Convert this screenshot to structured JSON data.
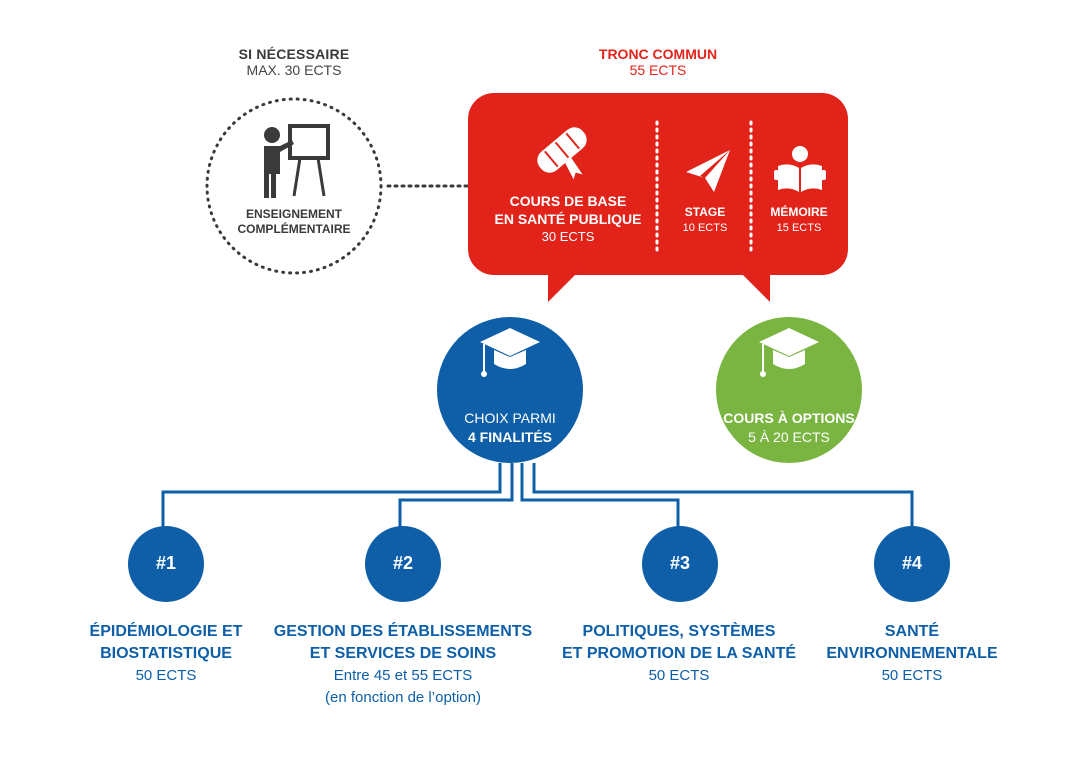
{
  "complementary": {
    "heading": "SI NÉCESSAIRE",
    "heading_ects": "MAX. 30 ECTS",
    "label_line1": "ENSEIGNEMENT",
    "label_line2": "COMPLÉMENTAIRE"
  },
  "core": {
    "heading": "TRONC COMMUN",
    "heading_ects": "55 ECTS",
    "base": {
      "line1": "COURS DE BASE",
      "line2": "EN SANTÉ PUBLIQUE",
      "ects": "30 ECTS"
    },
    "internship": {
      "label": "STAGE",
      "ects": "10 ECTS"
    },
    "thesis": {
      "label": "MÉMOIRE",
      "ects": "15 ECTS"
    }
  },
  "choice": {
    "line1": "CHOIX PARMI",
    "line2": "4 FINALITÉS"
  },
  "options": {
    "label": "COURS À OPTIONS",
    "ects": "5 À 20 ECTS"
  },
  "finalities": [
    {
      "num": "#1",
      "line1": "ÉPIDÉMIOLOGIE ET",
      "line2": "BIOSTATISTIQUE",
      "ects": "50 ECTS"
    },
    {
      "num": "#2",
      "line1": "GESTION DES ÉTABLISSEMENTS",
      "line2": "ET SERVICES DE SOINS",
      "ects": "Entre 45 et 55  ECTS",
      "note": "(en fonction de l’option)"
    },
    {
      "num": "#3",
      "line1": "POLITIQUES, SYSTÈMES",
      "line2": "ET PROMOTION DE LA SANTÉ",
      "ects": "50 ECTS"
    },
    {
      "num": "#4",
      "line1": "SANTÉ",
      "line2": "ENVIRONNEMENTALE",
      "ects": "50 ECTS"
    }
  ],
  "colors": {
    "red": "#e2231a",
    "blue": "#0e5fa8",
    "green": "#7ab542",
    "grey": "#3a3a3a"
  }
}
